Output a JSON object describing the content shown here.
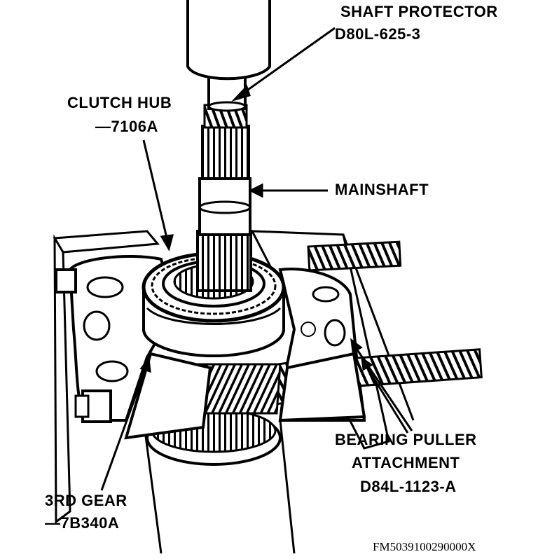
{
  "labels": {
    "shaft_protector": {
      "line1": "SHAFT PROTECTOR",
      "line2": "D80L-625-3"
    },
    "clutch_hub": {
      "line1": "CLUTCH HUB",
      "line2": "—7106A"
    },
    "mainshaft": "MAINSHAFT",
    "bearing_puller": {
      "line1": "BEARING PULLER",
      "line2": "ATTACHMENT",
      "line3": "D84L-1123-A"
    },
    "third_gear": {
      "line1": "3RD GEAR",
      "line2": "—7B340A"
    }
  },
  "figure_id": "FM5039100290000X",
  "colors": {
    "ink": "#000000",
    "paper": "#ffffff",
    "shade": "#d9d9d9"
  }
}
